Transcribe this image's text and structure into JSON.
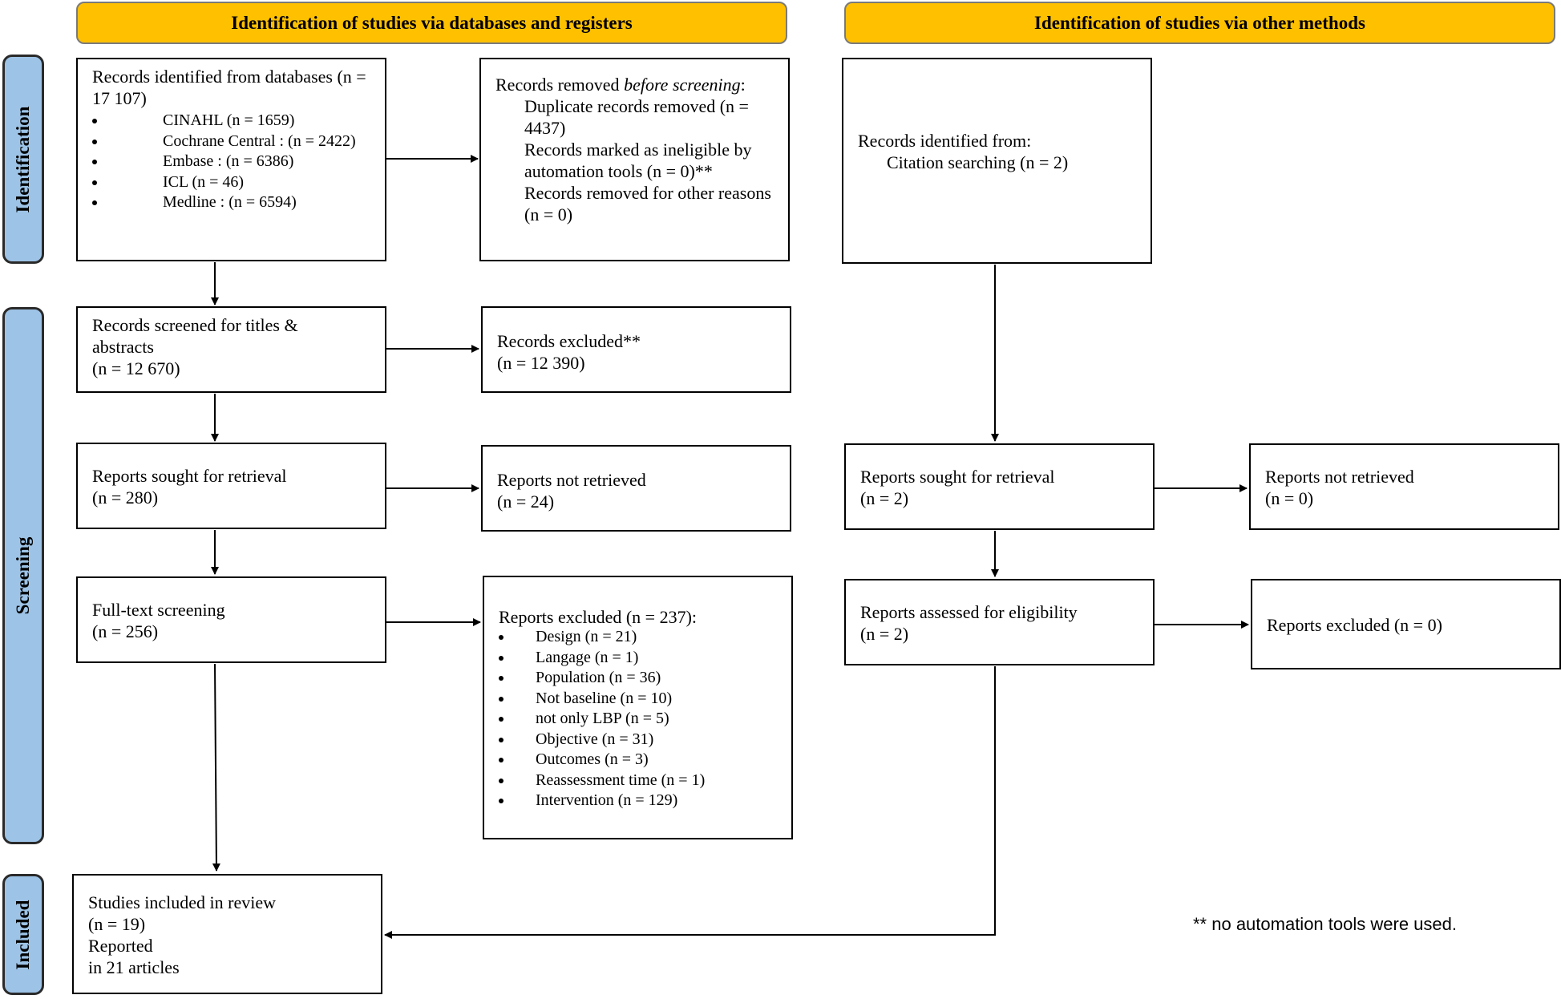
{
  "colors": {
    "header": "#FFC000",
    "stage": "#9DC3E6",
    "border": "#000000"
  },
  "headers": {
    "databases": "Identification of studies via databases and registers",
    "other": "Identification of studies via other methods"
  },
  "stages": {
    "identification": "Identification",
    "screening": "Screening",
    "included": "Included"
  },
  "db_records": {
    "title": "Records identified from databases (n = 17 107)",
    "sources": [
      "CINAHL (n = 1659)",
      "Cochrane Central : (n = 2422)",
      "Embase : (n = 6386)",
      "ICL (n = 46)",
      "Medline : (n = 6594)"
    ]
  },
  "removed": {
    "title_prefix": "Records removed ",
    "title_emph": "before screening",
    "title_suffix": ":",
    "duplicates": "Duplicate records removed  (n = 4437)",
    "automation": "Records marked as ineligible by automation tools (n = 0)**",
    "other": "Records removed for other reasons (n = 0)"
  },
  "other_records": {
    "title": "Records identified from:",
    "citation": "Citation searching (n = 2)"
  },
  "screened": {
    "line1": "Records screened for titles & abstracts",
    "line2": "(n = 12 670)"
  },
  "excluded": {
    "line1": "Records excluded**",
    "line2": "(n = 12 390)"
  },
  "sought_db": {
    "line1": "Reports sought for retrieval",
    "line2": "(n = 280)"
  },
  "not_retrieved_db": {
    "line1": "Reports not retrieved",
    "line2": "(n = 24)"
  },
  "sought_other": {
    "line1": "Reports sought for retrieval",
    "line2": "(n = 2)"
  },
  "not_retrieved_other": {
    "line1": "Reports not retrieved",
    "line2": "(n = 0)"
  },
  "fulltext": {
    "line1": "Full-text screening",
    "line2": "(n = 256)"
  },
  "reports_excluded": {
    "title": "Reports excluded (n = 237):",
    "reasons": [
      "Design (n = 21)",
      "Langage (n = 1)",
      "Population (n = 36)",
      "Not baseline (n = 10)",
      "not only LBP (n = 5)",
      "Objective (n = 31)",
      "Outcomes (n = 3)",
      "Reassessment time (n = 1)",
      "Intervention (n = 129)"
    ]
  },
  "assessed_other": {
    "line1": "Reports assessed for eligibility",
    "line2": "(n = 2)"
  },
  "excluded_other": {
    "line1": "Reports excluded (n = 0)"
  },
  "included": {
    "line1": "Studies included in review",
    "line2": "(n = 19)",
    "line3": "Reported",
    "line4": "in 21 articles"
  },
  "footnote": "** no automation tools were used."
}
